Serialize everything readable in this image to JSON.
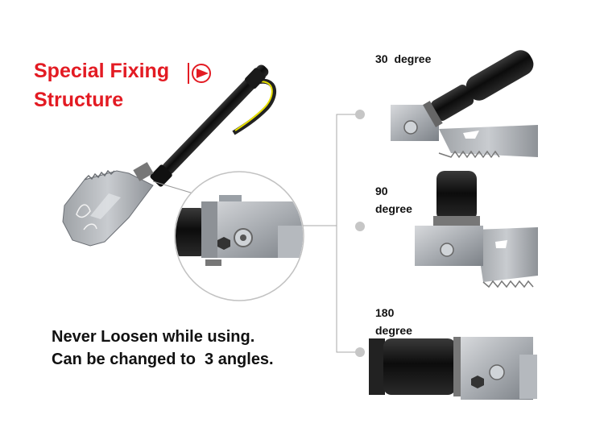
{
  "title": {
    "line1": "Special Fixing",
    "line2": "Structure",
    "color": "#e31b23"
  },
  "icon": "red-play-arrow-icon",
  "tagline": {
    "line1": "Never Loosen while using.",
    "line2": "Can be changed to  3 angles."
  },
  "angles": [
    {
      "num": "30",
      "unit": "degree",
      "inline": true
    },
    {
      "num": "90",
      "unit": "degree",
      "inline": false
    },
    {
      "num": "180",
      "unit": "degree",
      "inline": false
    }
  ]
}
